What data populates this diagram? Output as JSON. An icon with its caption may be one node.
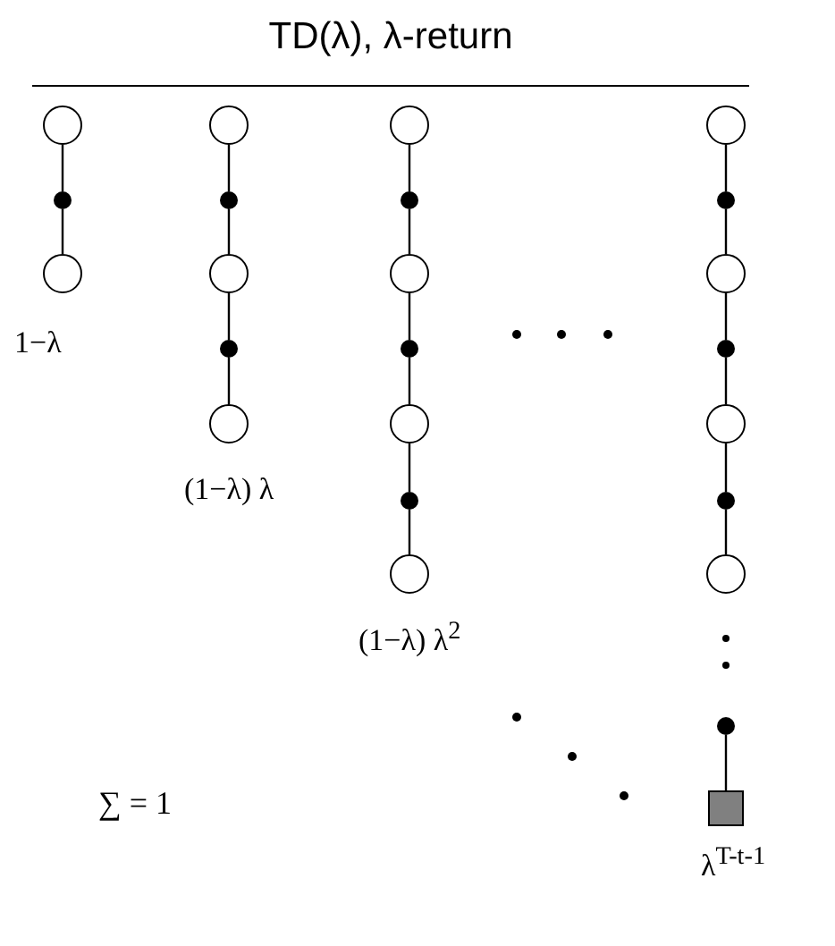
{
  "diagram": {
    "title": "TD(λ), λ-return",
    "nodes": [
      {
        "text": [],
        "shape": "circle"
      },
      {
        "text": [],
        "shape": "dot"
      },
      {
        "text": [],
        "shape": "circle",
        "beside": [
          "1−λ"
        ]
      },
      {
        "text": [],
        "shape": "circle"
      },
      {
        "text": [],
        "shape": "dot"
      },
      {
        "text": [],
        "shape": "circle"
      },
      {
        "text": [],
        "shape": "dot"
      },
      {
        "text": [],
        "shape": "circle",
        "beside": [
          "(1−λ) λ"
        ]
      },
      {
        "text": [],
        "shape": "circle"
      },
      {
        "text": [],
        "shape": "dot"
      },
      {
        "text": [],
        "shape": "circle"
      },
      {
        "text": [],
        "shape": "dot"
      },
      {
        "text": [],
        "shape": "circle"
      },
      {
        "text": [],
        "shape": "dot"
      },
      {
        "text": [],
        "shape": "circle",
        "beside": [
          "(1−λ) λ$^{2}$"
        ]
      },
      {
        "text": [],
        "shape": "circle"
      },
      {
        "text": [],
        "shape": "dot"
      },
      {
        "text": [],
        "shape": "circle"
      },
      {
        "text": [],
        "shape": "dot"
      },
      {
        "text": [],
        "shape": "circle"
      },
      {
        "text": [],
        "shape": "dot"
      },
      {
        "text": [],
        "shape": "circle"
      },
      {
        "text": [],
        "shape": "dot"
      },
      {
        "text": [],
        "shape": "box",
        "beside": [
          "λ$^{T-t-1}$"
        ]
      }
    ],
    "edges": [
      {
        "from": 0,
        "to": 1,
        "arrow": "none"
      },
      {
        "from": 1,
        "to": 2,
        "arrow": "none"
      },
      {
        "from": 3,
        "to": 4,
        "arrow": "none"
      },
      {
        "from": 4,
        "to": 5,
        "arrow": "none"
      },
      {
        "from": 5,
        "to": 6,
        "arrow": "none"
      },
      {
        "from": 6,
        "to": 7,
        "arrow": "none"
      },
      {
        "from": 8,
        "to": 9,
        "arrow": "none"
      },
      {
        "from": 9,
        "to": 10,
        "arrow": "none"
      },
      {
        "from": 10,
        "to": 11,
        "arrow": "none"
      },
      {
        "from": 11,
        "to": 12,
        "arrow": "none"
      },
      {
        "from": 12,
        "to": 13,
        "arrow": "none"
      },
      {
        "from": 13,
        "to": 14,
        "arrow": "none"
      },
      {
        "from": 15,
        "to": 16,
        "arrow": "none"
      },
      {
        "from": 16,
        "to": 17,
        "arrow": "none"
      },
      {
        "from": 17,
        "to": 18,
        "arrow": "none"
      },
      {
        "from": 18,
        "to": 19,
        "arrow": "none"
      },
      {
        "from": 19,
        "to": 20,
        "arrow": "none"
      },
      {
        "from": 20,
        "to": 21,
        "arrow": "none"
      },
      {
        "from": 22,
        "to": 23,
        "arrow": "none"
      }
    ],
    "labels": [
      "∑ = 1"
    ]
  }
}
